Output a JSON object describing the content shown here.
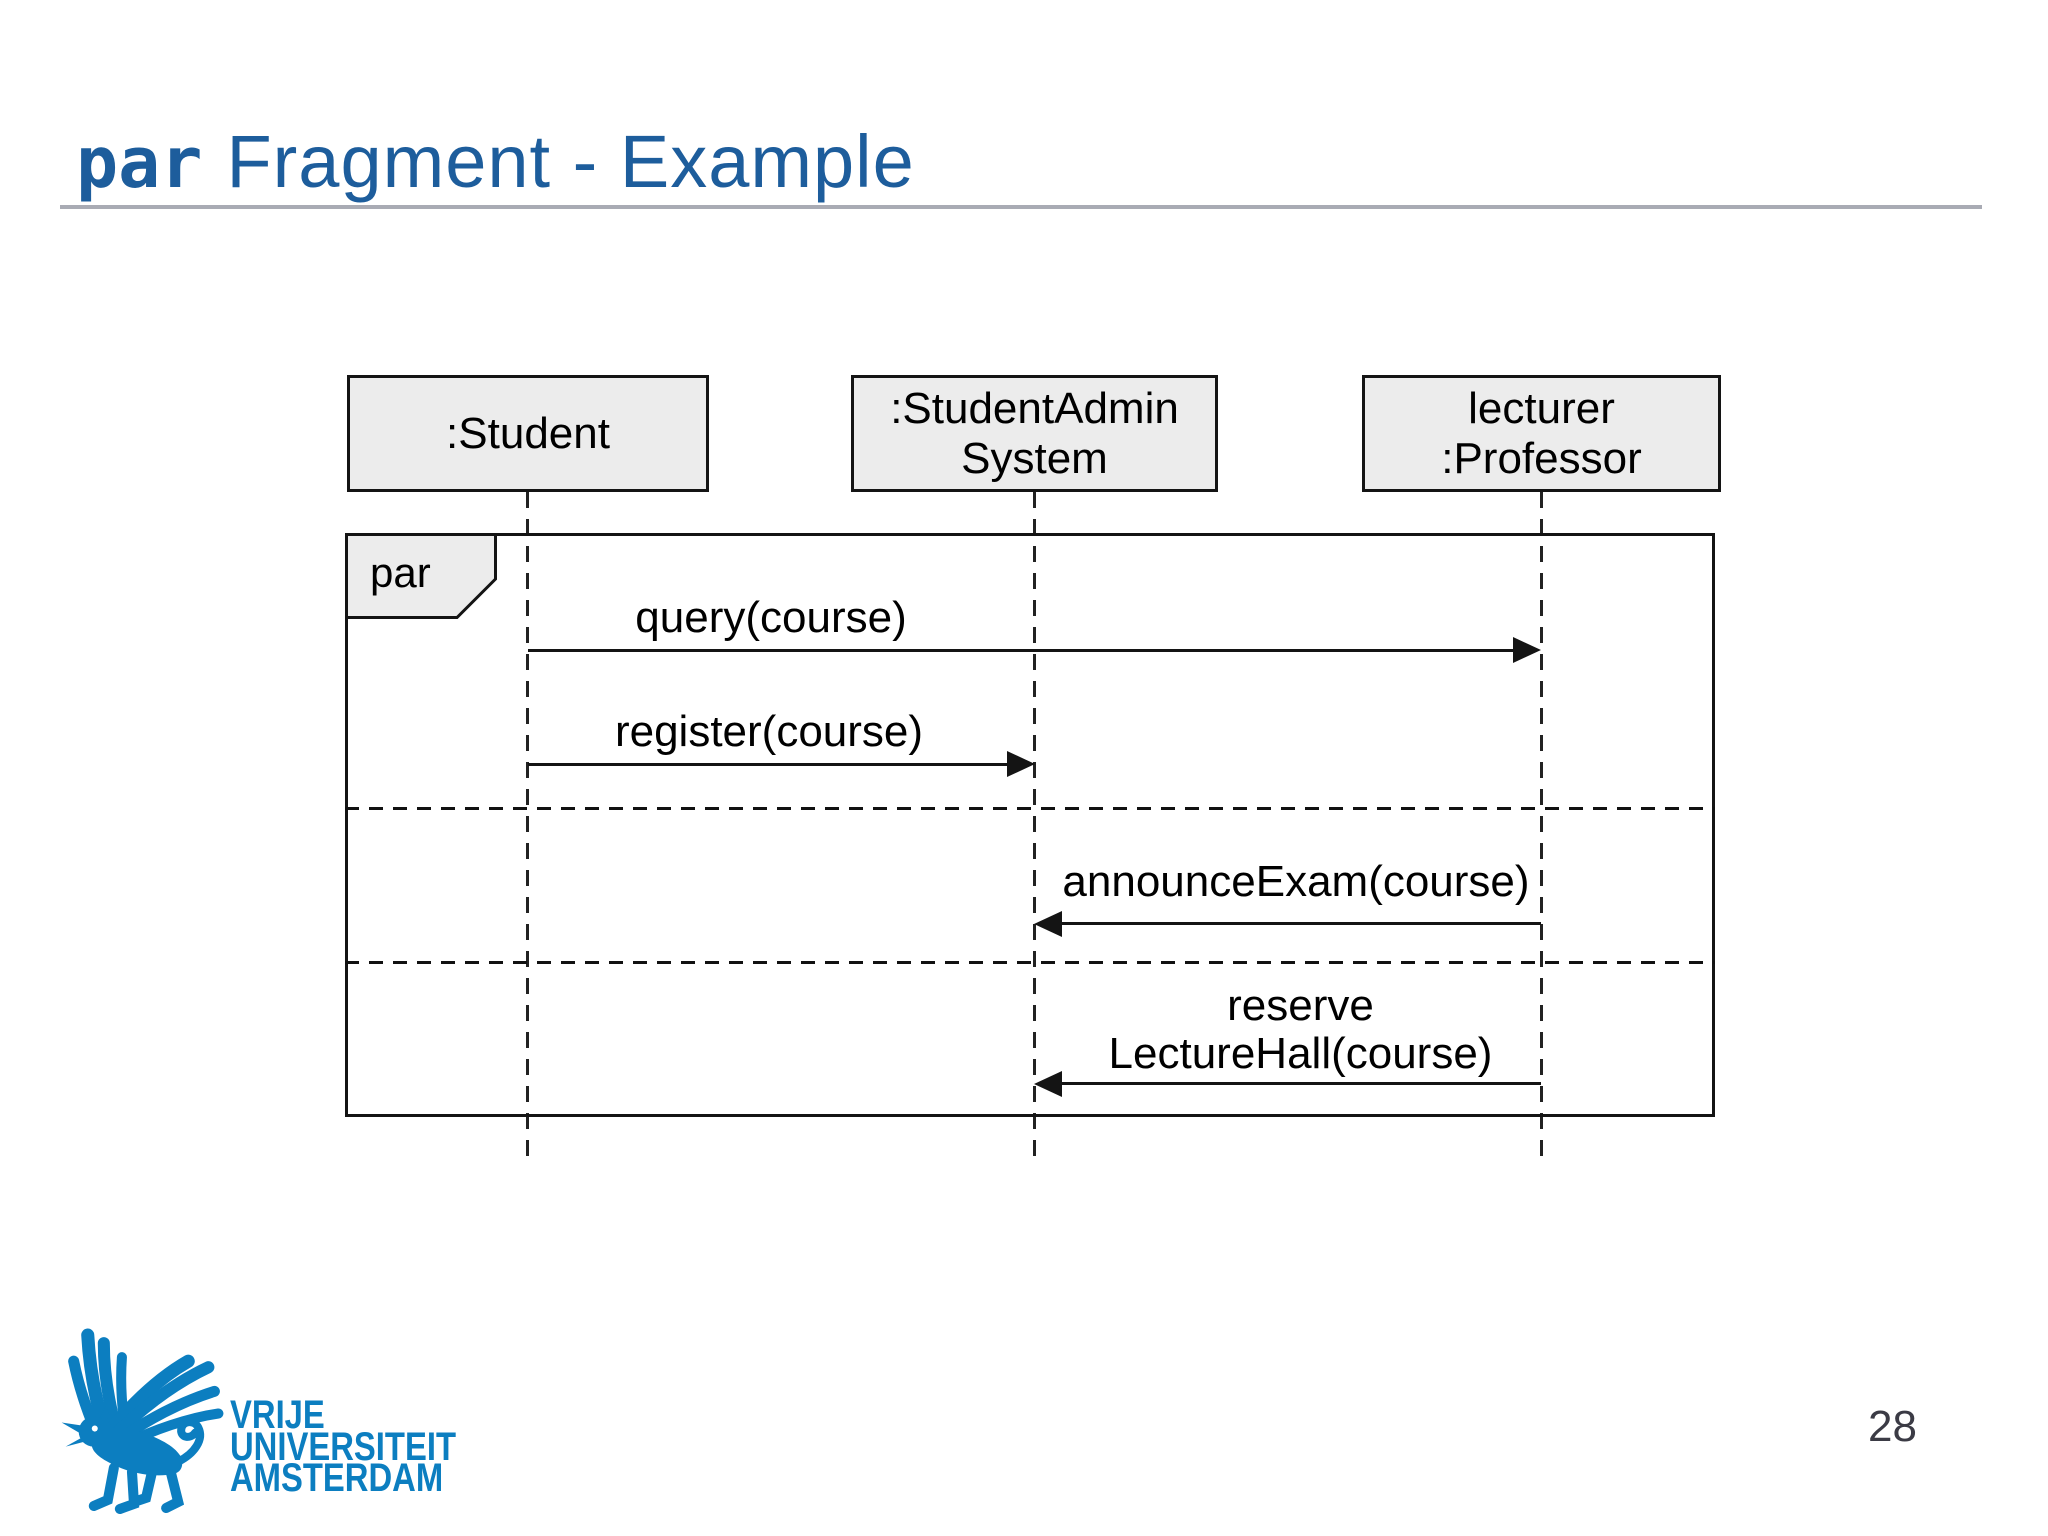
{
  "header": {
    "title_keyword": "par",
    "title_rest": "Fragment - Example"
  },
  "diagram": {
    "type": "uml-sequence-diagram",
    "fragment_operator": "par",
    "lifelines": [
      {
        "name": ":Student",
        "lines": [
          ":Student"
        ]
      },
      {
        "name": ":StudentAdmin System",
        "lines": [
          ":StudentAdmin",
          "System"
        ]
      },
      {
        "name": "lecturer :Professor",
        "lines": [
          "lecturer",
          ":Professor"
        ]
      }
    ],
    "messages": [
      {
        "label": "query(course)",
        "from": ":Student",
        "to": "lecturer :Professor",
        "direction": "right"
      },
      {
        "label": "register(course)",
        "from": ":Student",
        "to": ":StudentAdmin System",
        "direction": "right"
      },
      {
        "label": "announceExam(course)",
        "from": "lecturer :Professor",
        "to": ":StudentAdmin System",
        "direction": "left"
      },
      {
        "label": "reserve LectureHall(course)",
        "lines": [
          "reserve",
          "LectureHall(course)"
        ],
        "from": "lecturer :Professor",
        "to": ":StudentAdmin System",
        "direction": "left"
      }
    ],
    "parallel_regions": 3
  },
  "footer": {
    "logo_lines": [
      "VRIJE",
      "UNIVERSITEIT",
      "AMSTERDAM"
    ],
    "page_number": "28"
  },
  "colors": {
    "title_blue": "#1d5d9c",
    "logo_blue": "#0c7ec0",
    "box_fill": "#ececec",
    "diagram_line": "#141414",
    "rule_gray": "#a9abb4",
    "page_number_gray": "#3b3b45"
  }
}
